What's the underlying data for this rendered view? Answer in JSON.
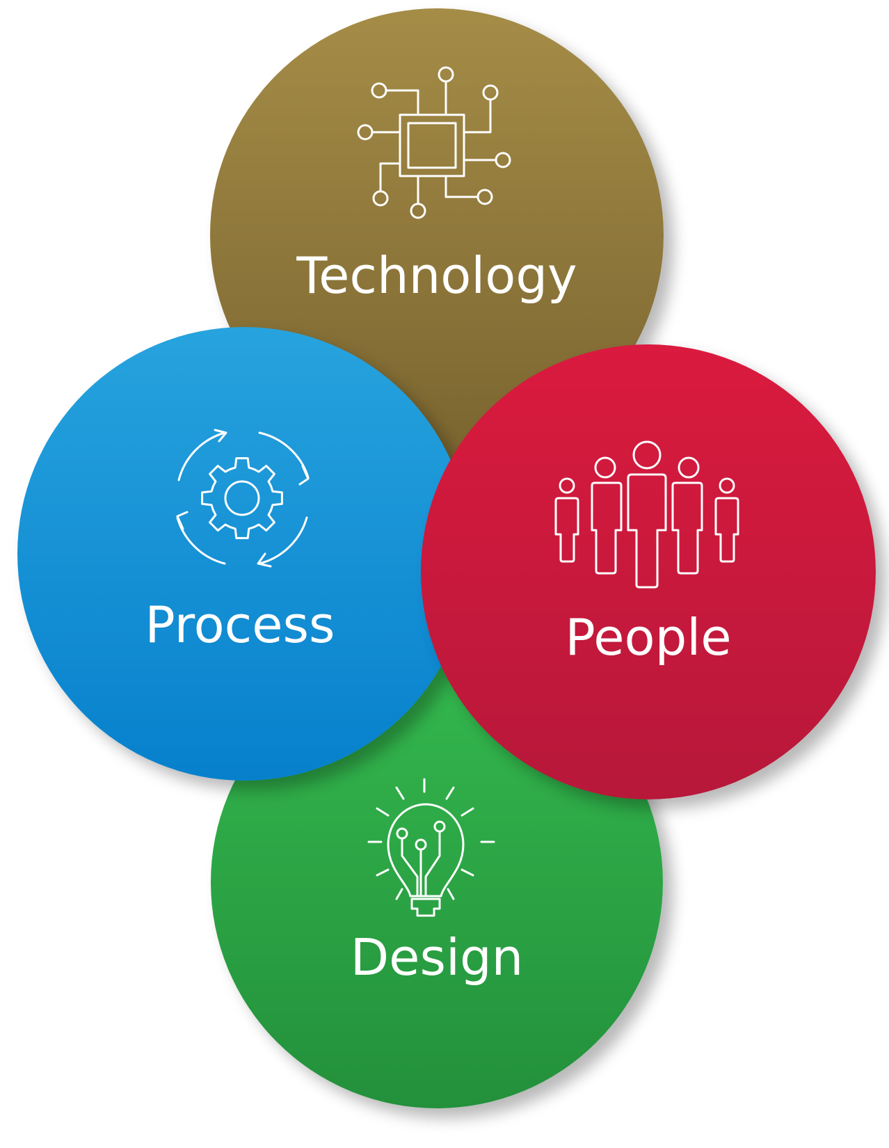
{
  "diagram": {
    "nodes": [
      {
        "id": "technology",
        "label": "Technology",
        "icon": "circuit-chip-icon",
        "color_top": "#a58c47",
        "color_bottom": "#7a6530"
      },
      {
        "id": "process",
        "label": "Process",
        "icon": "gear-cycle-icon",
        "color_top": "#27a3de",
        "color_bottom": "#0780cc"
      },
      {
        "id": "people",
        "label": "People",
        "icon": "people-group-icon",
        "color_top": "#da1a3e",
        "color_bottom": "#b7183a"
      },
      {
        "id": "design",
        "label": "Design",
        "icon": "lightbulb-icon",
        "color_top": "#34b84e",
        "color_bottom": "#23903b"
      }
    ]
  }
}
